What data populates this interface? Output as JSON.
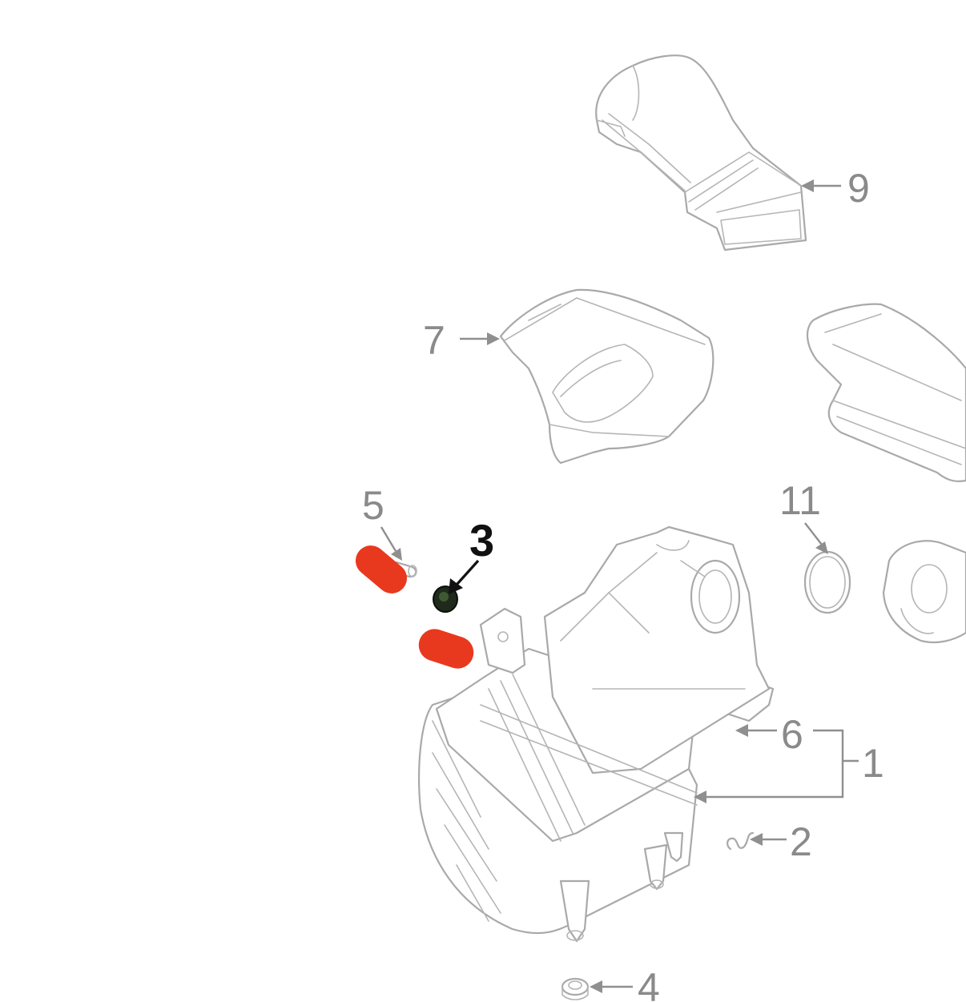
{
  "diagram": {
    "callouts": [
      {
        "id": "9",
        "text": "9"
      },
      {
        "id": "7",
        "text": "7"
      },
      {
        "id": "5",
        "text": "5"
      },
      {
        "id": "3",
        "text": "3",
        "highlighted": true
      },
      {
        "id": "11",
        "text": "11"
      },
      {
        "id": "6",
        "text": "6"
      },
      {
        "id": "1",
        "text": "1"
      },
      {
        "id": "2",
        "text": "2"
      },
      {
        "id": "4",
        "text": "4"
      }
    ],
    "colors": {
      "line_art": "#a9a9a9",
      "highlight_marker": "#e8391f",
      "highlighted_part": "#1f2a1c",
      "active_callout": "#111111"
    }
  }
}
